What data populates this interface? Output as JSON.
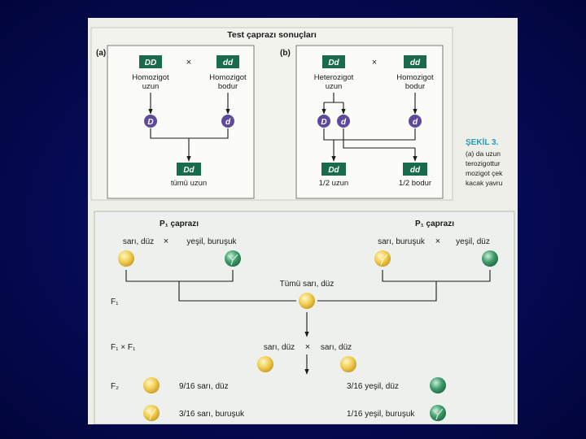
{
  "test_cross": {
    "title": "Test çaprazı sonuçları",
    "panel_a": {
      "label": "(a)",
      "parents": [
        {
          "genotype": "DD",
          "line1": "Homozigot",
          "line2": "uzun"
        },
        {
          "genotype": "dd",
          "line1": "Homozigot",
          "line2": "bodur"
        }
      ],
      "cross_symbol": "×",
      "gametes": [
        "D",
        "d"
      ],
      "offspring": {
        "genotype": "Dd",
        "label": "tümü uzun"
      }
    },
    "panel_b": {
      "label": "(b)",
      "parents": [
        {
          "genotype": "Dd",
          "line1": "Heterozigot",
          "line2": "uzun"
        },
        {
          "genotype": "dd",
          "line1": "Homozigot",
          "line2": "bodur"
        }
      ],
      "cross_symbol": "×",
      "gametes": [
        "D",
        "d",
        "d"
      ],
      "offspring": [
        {
          "genotype": "Dd",
          "label": "1/2 uzun"
        },
        {
          "genotype": "dd",
          "label": "1/2 bodur"
        }
      ]
    }
  },
  "side_caption": {
    "heading": "ŞEKİL 3.",
    "lines": [
      "(a) da uzun",
      "terozigottur",
      "mozigot çek",
      "kacak yavru"
    ]
  },
  "dihybrid": {
    "left_cross": {
      "title": "P₁ çaprazı",
      "parent1": "sarı, düz",
      "cross_symbol": "×",
      "parent2": "yeşil, buruşuk"
    },
    "right_cross": {
      "title": "P₁ çaprazı",
      "parent1": "sarı, buruşuk",
      "cross_symbol": "×",
      "parent2": "yeşil, düz"
    },
    "f1": {
      "label": "F₁",
      "result": "Tümü sarı, düz"
    },
    "f1xf1": {
      "label": "F₁ × F₁",
      "parent1": "sarı, düz",
      "cross_symbol": "×",
      "parent2": "sarı, düz"
    },
    "f2": {
      "label": "F₂",
      "results": [
        "9/16 sarı, düz",
        "3/16 yeşil, düz",
        "3/16 sarı, buruşuk",
        "1/16 yeşil, buruşuk"
      ]
    }
  },
  "colors": {
    "allele_circle": "#5e4a9c",
    "genotype_box": "#1a6a4c",
    "yellow_pea": "#f0cc4e",
    "green_pea": "#3e9a6a",
    "background": "#050a52"
  }
}
